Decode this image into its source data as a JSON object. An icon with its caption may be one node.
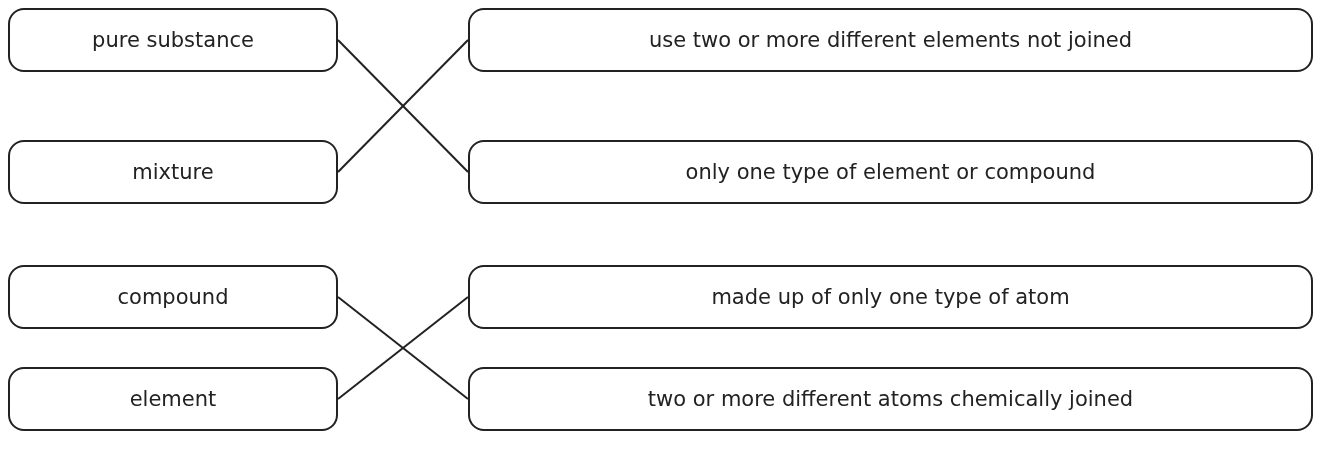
{
  "diagram": {
    "nodes": [
      {
        "text": [
          "pure substance"
        ]
      },
      {
        "text": [
          "use two or more different elements not joined"
        ]
      },
      {
        "text": [
          "mixture"
        ]
      },
      {
        "text": [
          "only one type of element or compound"
        ]
      },
      {
        "text": [
          "compound"
        ]
      },
      {
        "text": [
          "made up of only one type of atom"
        ]
      },
      {
        "text": [
          "element"
        ]
      },
      {
        "text": [
          "two or more different atoms chemically joined"
        ]
      }
    ],
    "edges": [
      {
        "from": 0,
        "to": 3,
        "arrow": "none"
      },
      {
        "from": 2,
        "to": 1,
        "arrow": "none"
      },
      {
        "from": 4,
        "to": 7,
        "arrow": "none"
      },
      {
        "from": 6,
        "to": 5,
        "arrow": "none"
      }
    ]
  }
}
